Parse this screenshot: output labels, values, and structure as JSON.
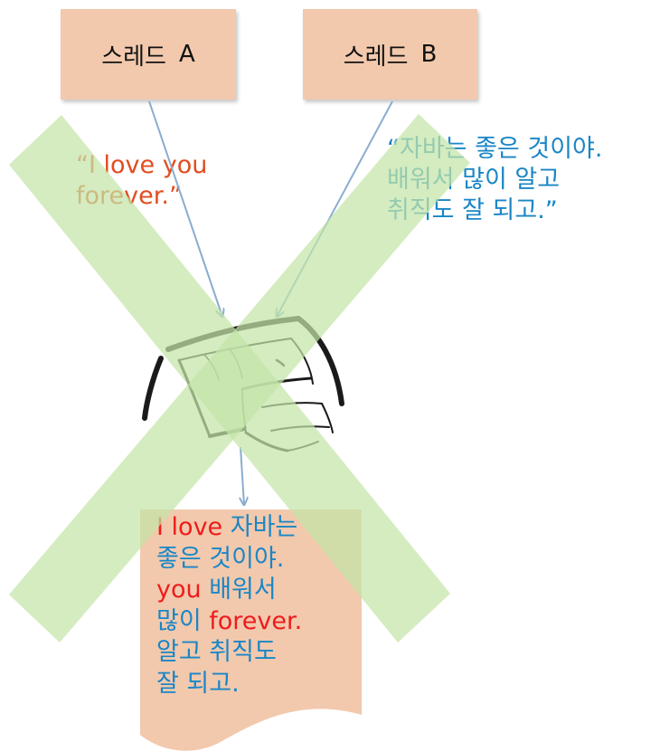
{
  "threads": {
    "a": {
      "name": "스레드",
      "letter": "A"
    },
    "b": {
      "name": "스레드",
      "letter": "B"
    }
  },
  "message_a": {
    "lines": [
      "“I love you",
      "forever.”"
    ]
  },
  "message_b": {
    "lines": [
      "“자바는 좋은 것이야.",
      "배워서 많이 알고",
      "취직도 잘 되고.”"
    ]
  },
  "printer": {
    "icon": "printer-icon"
  },
  "output": {
    "lines": [
      [
        {
          "text": "I love ",
          "color": "red"
        },
        {
          "text": "자바는",
          "color": "blue"
        }
      ],
      [
        {
          "text": "좋은 것이야.",
          "color": "blue"
        }
      ],
      [
        {
          "text": "you ",
          "color": "red"
        },
        {
          "text": "배워서",
          "color": "blue"
        }
      ],
      [
        {
          "text": "많이 ",
          "color": "blue"
        },
        {
          "text": "forever.",
          "color": "red"
        }
      ],
      [
        {
          "text": "알고 취직도",
          "color": "blue"
        }
      ],
      [
        {
          "text": "잘 되고.",
          "color": "blue"
        }
      ]
    ]
  },
  "colors": {
    "thread_box": "#f2c9ad",
    "message_a": "#e24c1f",
    "message_b": "#1a86c6",
    "output_red": "#ee1c1c",
    "output_blue": "#1a86c6",
    "cross": "#c4e5a8",
    "arrow": "#8aadcf",
    "document": "#f2c9ad"
  }
}
